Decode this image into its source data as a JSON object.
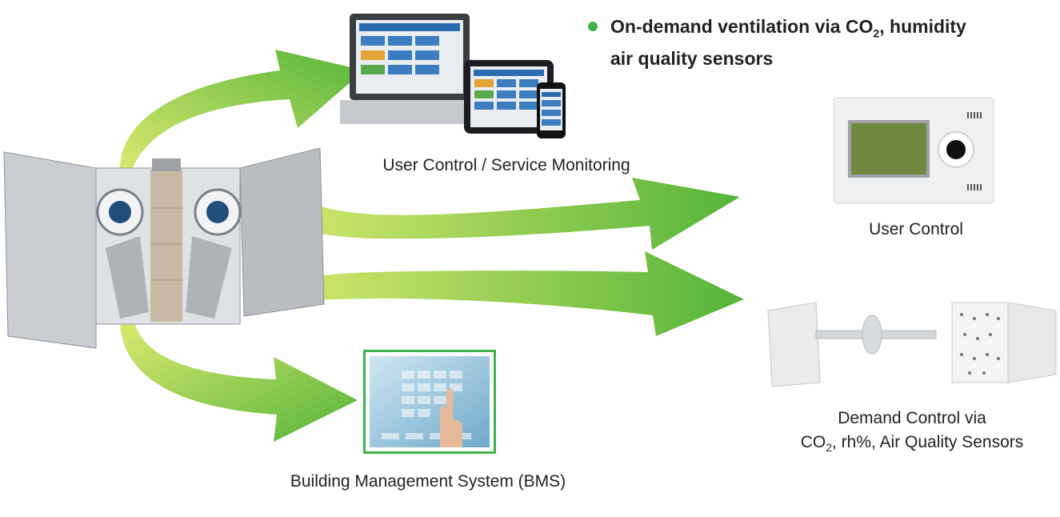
{
  "bullet": {
    "line1_pre": "On-demand ventilation via CO",
    "line1_sub": "2",
    "line1_post": ", humidity",
    "line2": "air quality sensors"
  },
  "captions": {
    "user_control_service": "User Control / Service Monitoring",
    "user_control": "User Control",
    "demand_line1": "Demand Control via",
    "demand_line2_pre": "CO",
    "demand_line2_sub": "2",
    "demand_line2_post": ", rh%, Air Quality Sensors",
    "bms": "Building Management System (BMS)"
  },
  "colors": {
    "arrow_light": "#d7e86a",
    "arrow_dark": "#5cb83c",
    "bullet": "#3fb34a",
    "bms_frame": "#3fb34a"
  }
}
